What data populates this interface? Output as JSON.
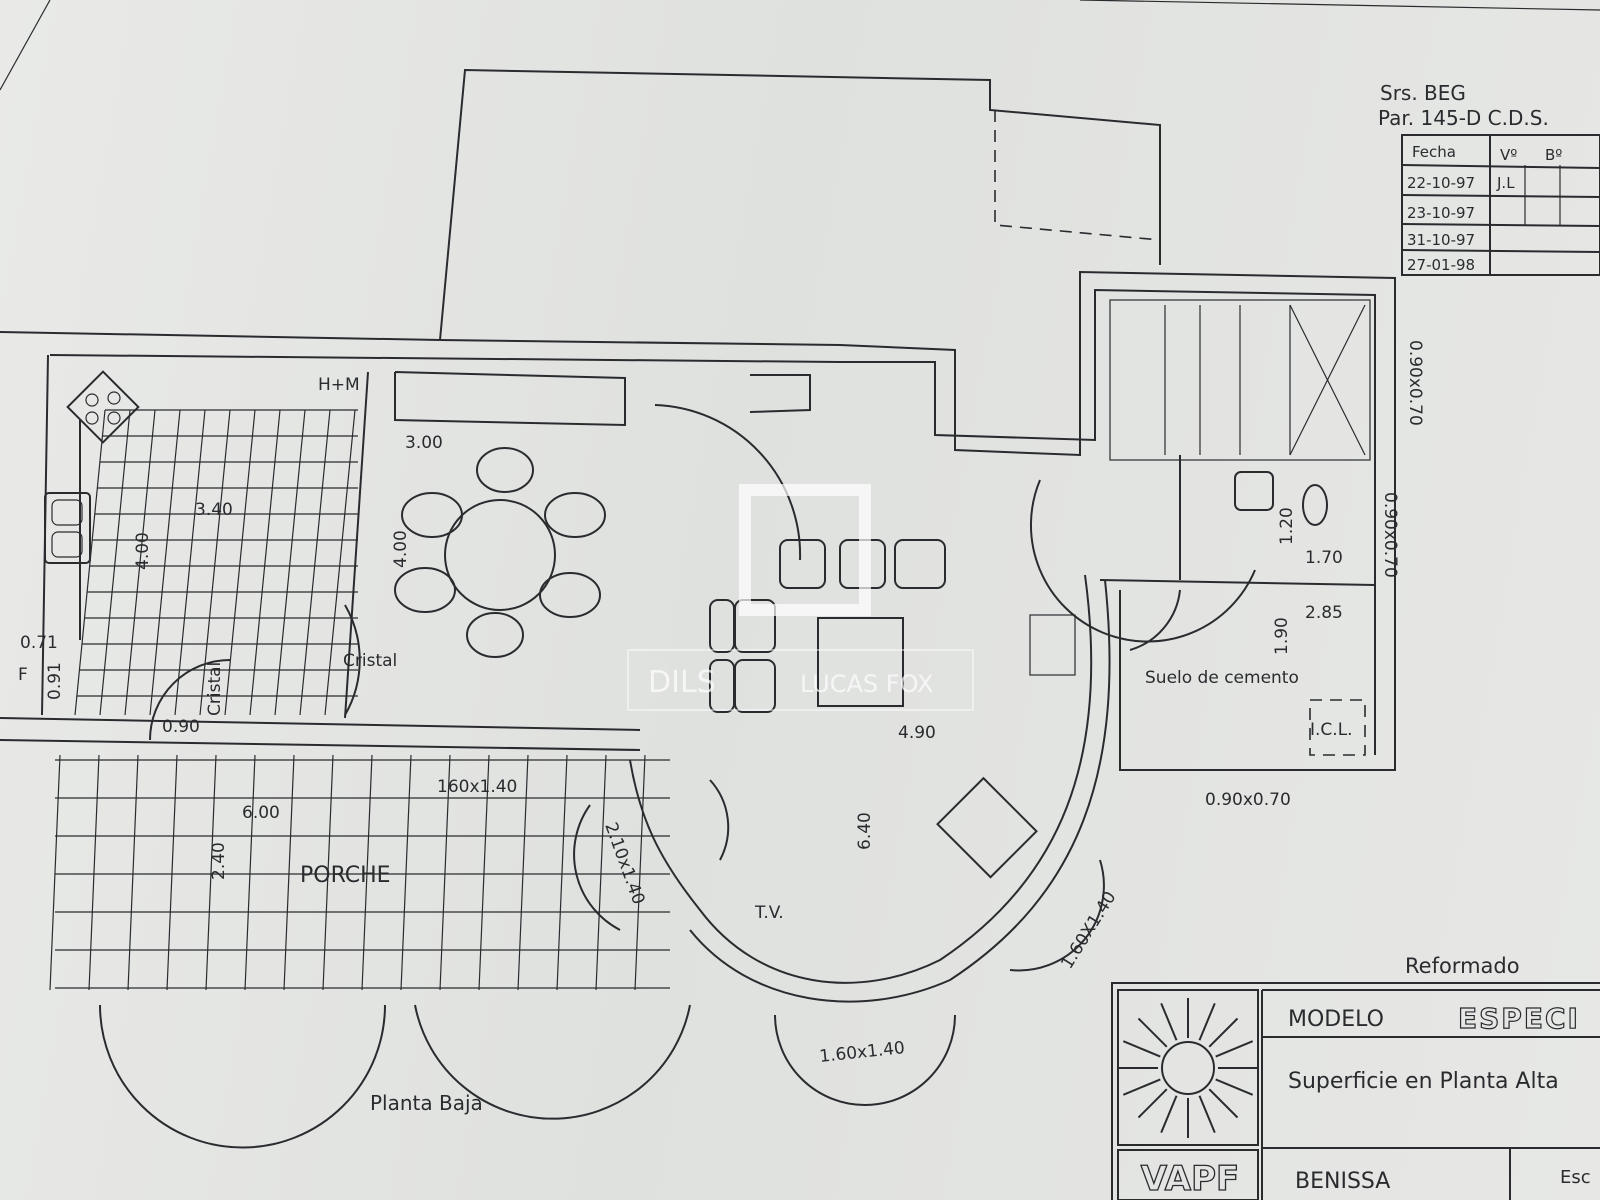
{
  "header": {
    "client": "Srs. BEG",
    "parcel": "Par. 145-D C.D.S."
  },
  "revision_table": {
    "headers": [
      "Fecha",
      "Vº",
      "Bº"
    ],
    "rows": [
      {
        "date": "22-10-97",
        "vo": "J.L"
      },
      {
        "date": "23-10-97"
      },
      {
        "date": "31-10-97"
      },
      {
        "date": "27-01-98"
      }
    ]
  },
  "rooms": {
    "kitchen": {
      "hm": "H+M",
      "width": "3.40",
      "depth": "4.00"
    },
    "dining": {
      "width": "3.00",
      "depth": "4.00",
      "glass": "Cristal"
    },
    "storage": {
      "width": "0.71",
      "label": "F",
      "depth": "0.91"
    },
    "hall": {
      "glass": "Cristal",
      "door": "0.90"
    },
    "porch": {
      "name": "PORCHE",
      "width": "6.00",
      "depth": "2.40",
      "window": "160x1.40"
    },
    "living": {
      "door": "2.10x1.40",
      "tv": "T.V.",
      "depth": "6.40",
      "width": "4.90",
      "window1": "1.60x1.40",
      "window2": "1.60X1.40"
    },
    "garage": {
      "floor": "Suelo de cemento",
      "icl": "I.C.L.",
      "width": "2.85",
      "depth": "1.90",
      "window": "0.90x0.70"
    },
    "bath": {
      "width": "1.70",
      "depth": "1.20",
      "window": "0.90x0.70"
    },
    "stairs": {
      "window": "0.90x0.70"
    }
  },
  "plan_label": "Planta Baja",
  "title_block": {
    "note": "Reformado",
    "model_label": "MODELO",
    "model_name": "ESPECI",
    "surface": "Superficie en Planta Alta",
    "logo": "VAPF",
    "town": "BENISSA",
    "scale_label": "Esc"
  },
  "watermark": {
    "left": "DILS",
    "right": "LUCAS FOX"
  }
}
